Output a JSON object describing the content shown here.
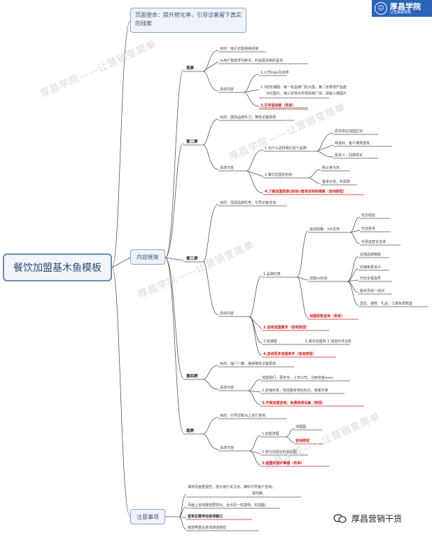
{
  "root": "餐饮加盟基木鱼模板",
  "branches": {
    "mission": "页面使命：提升转化率，引导访客留下真实的线索",
    "framework": "内容框架",
    "notes": "注意事项"
  },
  "screens": {
    "s1": "首屏",
    "s2": "第二屏",
    "s3": "第三屏",
    "s4": "第四屏",
    "s5": "尾屏"
  },
  "s1": {
    "goal": "目的：吸引访客继续阅读",
    "from_user": "从用户角度罗列卖点，利益最清晰的呈现",
    "content": "具体内容",
    "c1": "1.公司logo及名称",
    "c2a": "2.3张轮播图：第一张品牌门店大图，第二张表现产品度",
    "c2b": "对比图片，第三张突出市场前景广阔，顾客火爆图片",
    "c3": "3.引导留线索（表单）"
  },
  "s2": {
    "goal": "目的：展现品牌实力，降低访客顾虑",
    "content": "具体内容",
    "q1": "1.为什么选择我们这个品牌",
    "q1a": "原件供应加盟区别",
    "q1b": "味道好，客户满意度高",
    "q1c": "投资少，回报稳定",
    "q2": "2.餐饮加盟的好处",
    "q2a": "民以食为天",
    "q2b": "客单价低，利润高",
    "q4": "4.了解加盟政策(咨询)/查询当地经销商（咨询按钮）"
  },
  "s3": {
    "goal": "目的：强调品牌优势，引导访客咨询",
    "content": "具体内容",
    "adv": "1.品牌优势",
    "policy": "扶持政策：3大优势",
    "p1": "无店经验",
    "p2": "无店技术",
    "p3": "手把运营全支持",
    "join": "加盟xx好处",
    "j1": "总部品牌赋能",
    "j2": "店铺免费设计",
    "j3": "开店全程指导",
    "j4": "服务员统一培训",
    "j5": "选址、装修、礼品，工装免费赠送",
    "consult": "加盟政策咨询（表单）",
    "c2": "2.咨询加盟要求（咨询按钮）",
    "c3": "3.轮播图",
    "c3a": "1.真实加盟商 2.加盟伙伴合影",
    "c4": "4.咨询更多加盟条件（咨询按钮）"
  },
  "s4": {
    "goal": "目的：临门一脚，继续降低访客顾虑",
    "content": "具体内容",
    "c1": "加盟我们，更安全，上市公司，注册资金xxxx",
    "c2": "2.店铺实景，包括整体地址标注，或者实景",
    "c3": "3.开展加盟咨询，免费获得设备（按钮）"
  },
  "s5": {
    "goal": "目的：引导访客马上进行咨询",
    "content": "具体内容",
    "c1": "1.加盟流程",
    "c1a": "流程图",
    "c1b": "咨询按钮",
    "c2": "2.部分加盟店的实拍图",
    "c3": "3.加盟利润计算器（表单）"
  },
  "notes": {
    "n1a": "保持页面重视性，放大用户关注点，做好引导客户咨询，",
    "n1b": "留线索。",
    "n2": "页面上咨询按钮要突出，全点页一些案例，实拍图。",
    "n3": "首有右侧浮动咨询窗口",
    "n4": "底部带重设咨询通话按钮"
  },
  "watermark": "厚昌学院——让营销变简单",
  "logo": {
    "name": "厚昌学院",
    "sub": "让营销变简单"
  },
  "wechat": "厚昌营销干货",
  "colors": {
    "line": "#555555",
    "red_line": "#d11b1b",
    "root_border": "#6b8ab2"
  }
}
